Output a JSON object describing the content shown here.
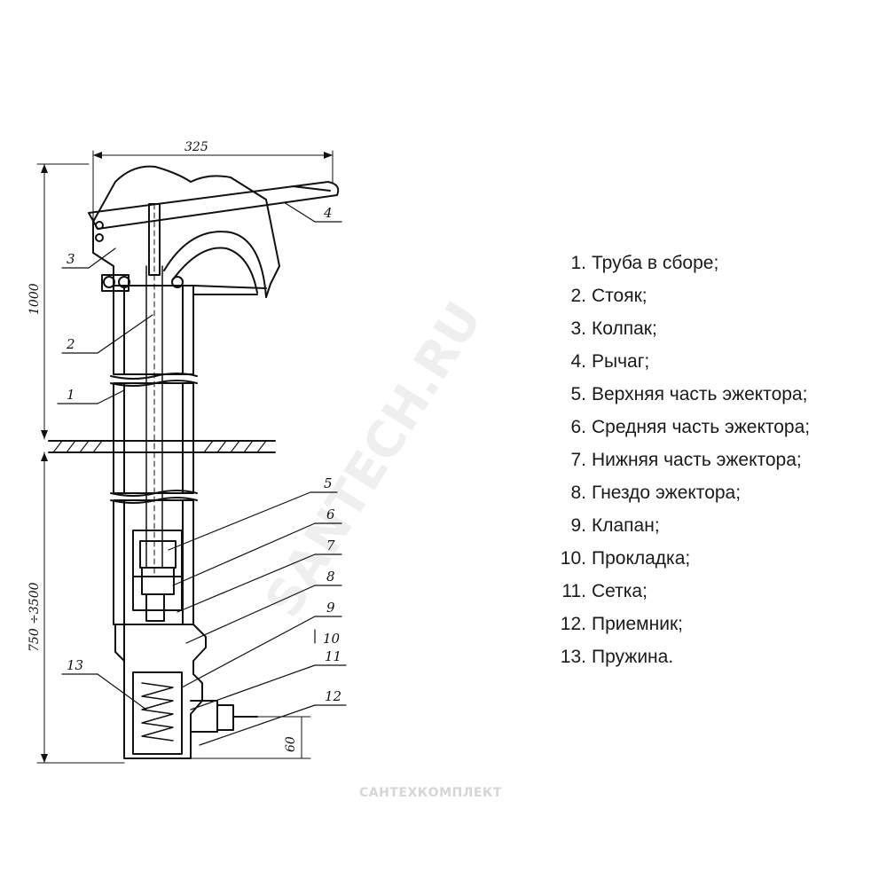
{
  "dimensions": {
    "width_top": "325",
    "height_upper": "1000",
    "depth_range": "750 ÷3500",
    "bottom_offset": "60"
  },
  "callouts": [
    "1",
    "2",
    "3",
    "4",
    "5",
    "6",
    "7",
    "8",
    "9",
    "10",
    "11",
    "12",
    "13"
  ],
  "legend": [
    {
      "n": "1.",
      "text": "Труба в сборе;"
    },
    {
      "n": "2.",
      "text": "Стояк;"
    },
    {
      "n": "3.",
      "text": "Колпак;"
    },
    {
      "n": "4.",
      "text": "Рычаг;"
    },
    {
      "n": "5.",
      "text": "Верхняя часть эжектора;"
    },
    {
      "n": "6.",
      "text": "Средняя часть эжектора;"
    },
    {
      "n": "7.",
      "text": "Нижняя часть эжектора;"
    },
    {
      "n": "8.",
      "text": "Гнездо эжектора;"
    },
    {
      "n": "9.",
      "text": "Клапан;"
    },
    {
      "n": "10.",
      "text": "Прокладка;"
    },
    {
      "n": "11.",
      "text": "Сетка;"
    },
    {
      "n": "12.",
      "text": "Приемник;"
    },
    {
      "n": "13.",
      "text": "Пружина."
    }
  ],
  "watermark": {
    "brand": "САНТЕХКОМПЛЕКТ",
    "diagonal": "SANTECH.RU"
  }
}
